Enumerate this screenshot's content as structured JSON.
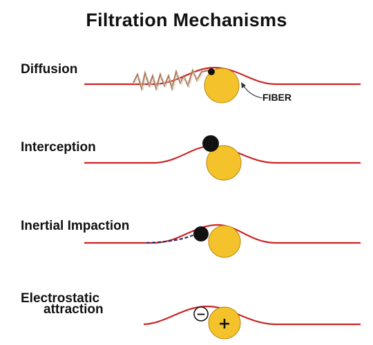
{
  "title": "Filtration Mechanisms",
  "fiber_label": "FIBER",
  "mechanisms": [
    {
      "label_lines": [
        "Diffusion"
      ]
    },
    {
      "label_lines": [
        "Interception"
      ]
    },
    {
      "label_lines": [
        "Inertial Impaction"
      ]
    },
    {
      "label_lines": [
        "Electrostatic",
        "attraction"
      ],
      "particle_sign": "−",
      "fiber_sign": "+"
    }
  ],
  "colors": {
    "streamline": "#cc2222",
    "fiber": "#f4c22b",
    "fiber_outline": "#b8860b",
    "particle": "#111111",
    "brownian_path": "#b07a5a",
    "inertial_path": "#2a2a6e"
  }
}
